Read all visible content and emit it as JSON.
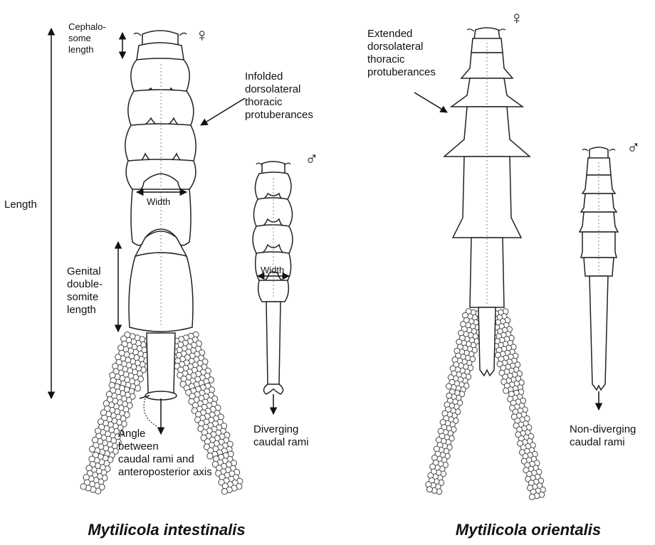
{
  "left_species": {
    "name": "Mytilicola intestinalis",
    "female_symbol": "♀",
    "male_symbol": "♂",
    "length_label": "Length",
    "cephalosome_label": [
      "Cephalo-",
      "some",
      "length"
    ],
    "protuberance_label": [
      "Infolded",
      "dorsolateral",
      "thoracic",
      "protuberances"
    ],
    "width_label": "Width",
    "male_width_label": "Width",
    "genital_label": [
      "Genital",
      "double-",
      "somite",
      "length"
    ],
    "angle_label": [
      "Angle",
      "between",
      "caudal rami and",
      "anteroposterior axis"
    ],
    "male_caudal_label": [
      "Diverging",
      "caudal rami"
    ]
  },
  "right_species": {
    "name": "Mytilicola orientalis",
    "female_symbol": "♀",
    "male_symbol": "♂",
    "protuberance_label": [
      "Extended",
      "dorsolateral",
      "thoracic",
      "protuberances"
    ],
    "male_caudal_label": [
      "Non-diverging",
      "caudal rami"
    ]
  }
}
